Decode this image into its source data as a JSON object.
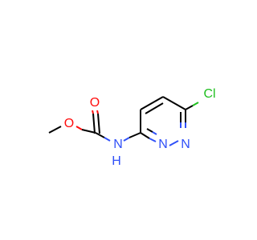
{
  "molecule": {
    "atoms": {
      "o_carbonyl": {
        "symbol": "O",
        "color": "#ff0d0d"
      },
      "o_ether": {
        "symbol": "O",
        "color": "#ff0d0d"
      },
      "nh": {
        "symbol": "N",
        "hydrogen": "H",
        "color": "#3050f8"
      },
      "n_ring_1": {
        "symbol": "N",
        "color": "#3050f8"
      },
      "n_ring_2": {
        "symbol": "N",
        "color": "#3050f8"
      },
      "cl": {
        "symbol": "Cl",
        "color": "#1fbf1f"
      }
    }
  }
}
